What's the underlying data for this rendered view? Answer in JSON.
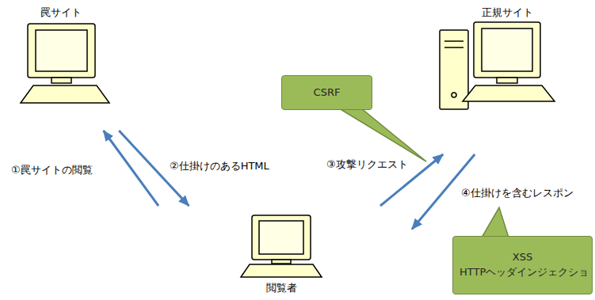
{
  "diagram": {
    "nodes": [
      {
        "text": [
          "罠サイト"
        ]
      },
      {
        "text": [
          "正規サイト"
        ]
      },
      {
        "text": [
          "CSRF"
        ]
      },
      {
        "text": [
          "閲覧者"
        ]
      },
      {
        "text": [
          "XSS HTTPヘッダインジェクショ"
        ]
      }
    ],
    "edges": [
      {
        "from": 3,
        "to": 0,
        "label": "①罠サイトの閲覧",
        "arrow": "to"
      },
      {
        "from": 0,
        "to": 3,
        "label": "②仕掛けのあるHTML",
        "arrow": "to"
      },
      {
        "from": 3,
        "to": 1,
        "label": "③攻撃リクエスト",
        "arrow": "to"
      },
      {
        "from": 1,
        "to": 3,
        "label": "④仕掛けを含むレスポン",
        "arrow": "to"
      }
    ]
  }
}
